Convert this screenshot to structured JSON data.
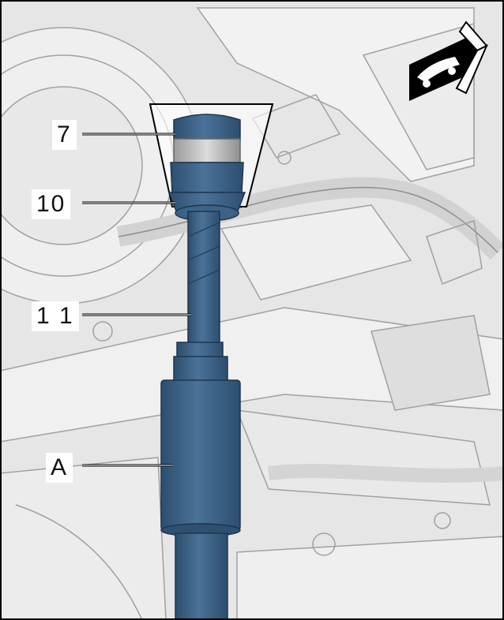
{
  "callouts": {
    "c7": "7",
    "c10": "10",
    "c11": "1 1",
    "cA": "A"
  },
  "icons": {
    "direction": "vehicle-front-direction-arrow-icon"
  },
  "colors": {
    "tool_blue": "#3f6688",
    "tool_blue_dark": "#2f5070",
    "line_gray": "#9a9a9a",
    "bg_gray": "#e4e4e4",
    "frame": "#000000"
  }
}
